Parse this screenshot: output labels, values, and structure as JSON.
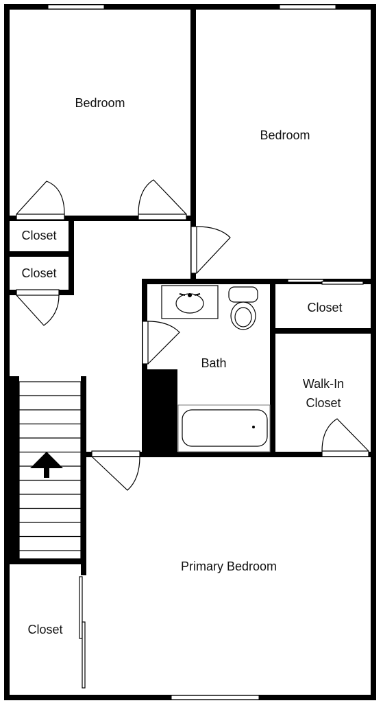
{
  "rooms": {
    "bedroom_1": "Bedroom",
    "bedroom_2": "Bedroom",
    "closet_1": "Closet",
    "closet_2": "Closet",
    "closet_3": "Closet",
    "bath": "Bath",
    "walk_in_line1": "Walk-In",
    "walk_in_line2": "Closet",
    "primary_bedroom": "Primary Bedroom",
    "closet_4": "Closet"
  },
  "symbols": {
    "stairs_arrow": "up-arrow-icon",
    "sink": "sink-icon",
    "toilet": "toilet-icon",
    "bathtub": "bathtub-icon"
  },
  "colors": {
    "wall": "#000000",
    "background": "#ffffff"
  }
}
